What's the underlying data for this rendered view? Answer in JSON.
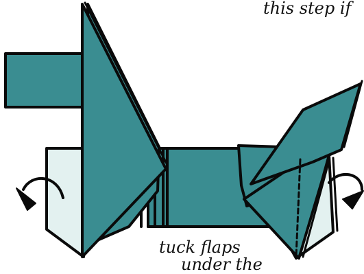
{
  "captions": {
    "top_partial": "this step if",
    "tuck_line1": "tuck flaps",
    "tuck_line2": "under the"
  },
  "colors": {
    "teal": "#3a8d91",
    "pale": "#e3f1f0",
    "outline": "#0a0a0a",
    "background": "#ffffff"
  },
  "icons": [
    "rotate-arrow-left-icon",
    "rotate-arrow-right-icon"
  ]
}
